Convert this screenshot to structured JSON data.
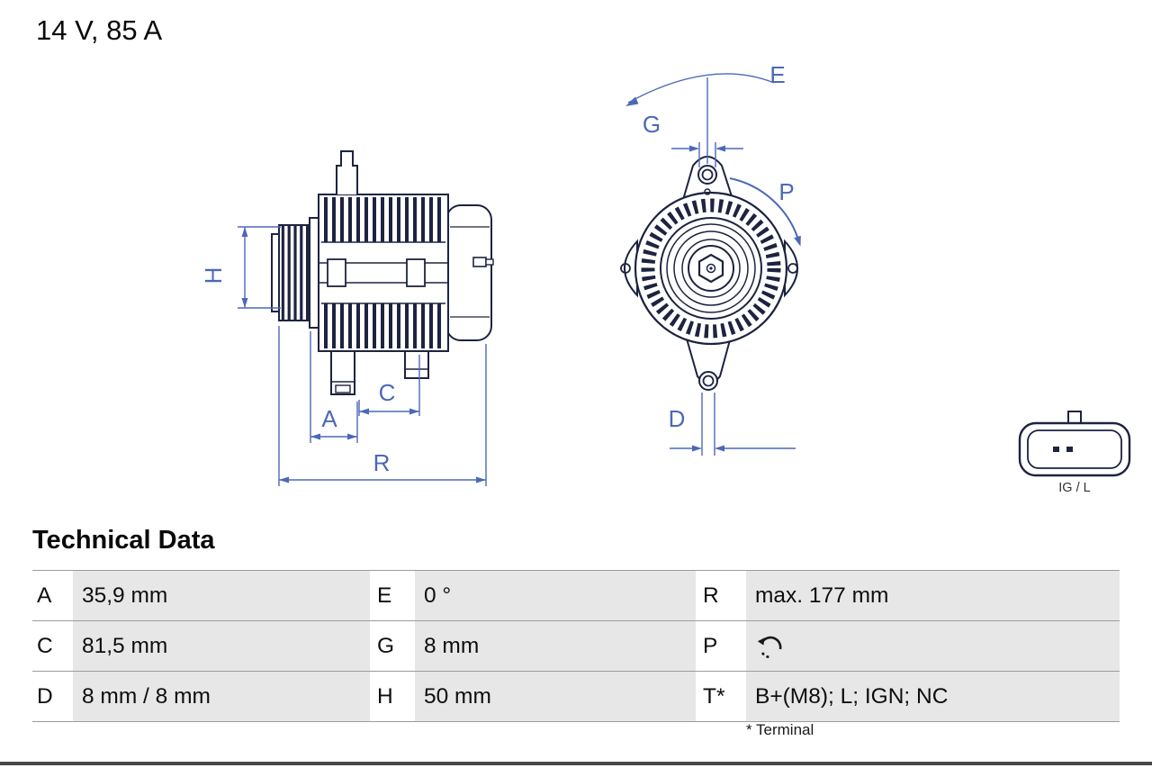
{
  "page": {
    "title": "14 V, 85 A"
  },
  "diagram": {
    "dimension_labels": {
      "H": "H",
      "A": "A",
      "C": "C",
      "R": "R",
      "E": "E",
      "G": "G",
      "P": "P",
      "D": "D"
    },
    "connector": {
      "label": "IG / L"
    },
    "colors": {
      "line": "#1d2340",
      "dimension": "#4c68b8",
      "table_shading": "#e7e7e7"
    }
  },
  "technical_data": {
    "heading": "Technical Data",
    "rows": [
      {
        "cells": [
          {
            "key": "A",
            "value": "35,9 mm"
          },
          {
            "key": "E",
            "value": "0 °"
          },
          {
            "key": "R",
            "value": "max. 177 mm"
          }
        ]
      },
      {
        "cells": [
          {
            "key": "C",
            "value": "81,5 mm"
          },
          {
            "key": "G",
            "value": "8 mm"
          },
          {
            "key": "P",
            "value": "",
            "value_icon": "rotation-direction-icon"
          }
        ]
      },
      {
        "cells": [
          {
            "key": "D",
            "value": "8 mm / 8 mm"
          },
          {
            "key": "H",
            "value": "50 mm"
          },
          {
            "key": "T*",
            "value": "B+(M8); L; IGN; NC"
          }
        ]
      }
    ],
    "footnote": "* Terminal"
  }
}
